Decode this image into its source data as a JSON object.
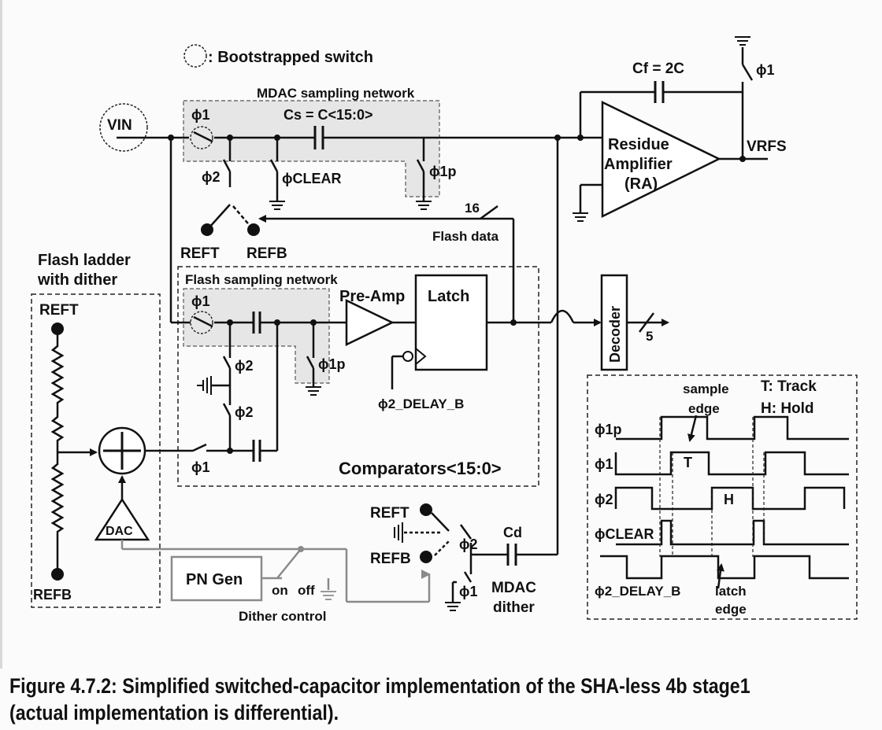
{
  "labels": {
    "bootstrap_legend": ": Bootstrapped switch",
    "mdac_sampling": "MDAC sampling network",
    "cs": "Cs = C<15:0>",
    "cf": "Cf = 2C",
    "vin": "VIN",
    "vrfs": "VRFS",
    "ra_line1": "Residue",
    "ra_line2": "Amplifier",
    "ra_line3": "(RA)",
    "phi1": "ϕ1",
    "phi2": "ϕ2",
    "phi1p": "ϕ1p",
    "phi_clear": "ϕCLEAR",
    "phi2_delay_b": "ϕ2_DELAY_B",
    "reft": "REFT",
    "refb": "REFB",
    "flash_data": "Flash data",
    "bus16": "16",
    "flash_ladder_1": "Flash ladder",
    "flash_ladder_2": "with dither",
    "flash_sampling": "Flash sampling network",
    "preamp": "Pre-Amp",
    "latch": "Latch",
    "decoder": "Decoder",
    "bus5": "5",
    "comparators": "Comparators<15:0>",
    "dac": "DAC",
    "pn_gen": "PN Gen",
    "on": "on",
    "off": "off",
    "dither_control": "Dither control",
    "cd": "Cd",
    "mdac_dither_1": "MDAC",
    "mdac_dither_2": "dither",
    "timing_legend_t": "T: Track",
    "timing_legend_h": "H: Hold",
    "sample_edge_1": "sample",
    "sample_edge_2": "edge",
    "latch_edge_1": "latch",
    "latch_edge_2": "edge",
    "track_mark": "T",
    "hold_mark": "H"
  },
  "caption": {
    "line1": "Figure 4.7.2: Simplified switched-capacitor implementation of the SHA-less 4b stage1",
    "line2": "(actual implementation is differential)."
  }
}
